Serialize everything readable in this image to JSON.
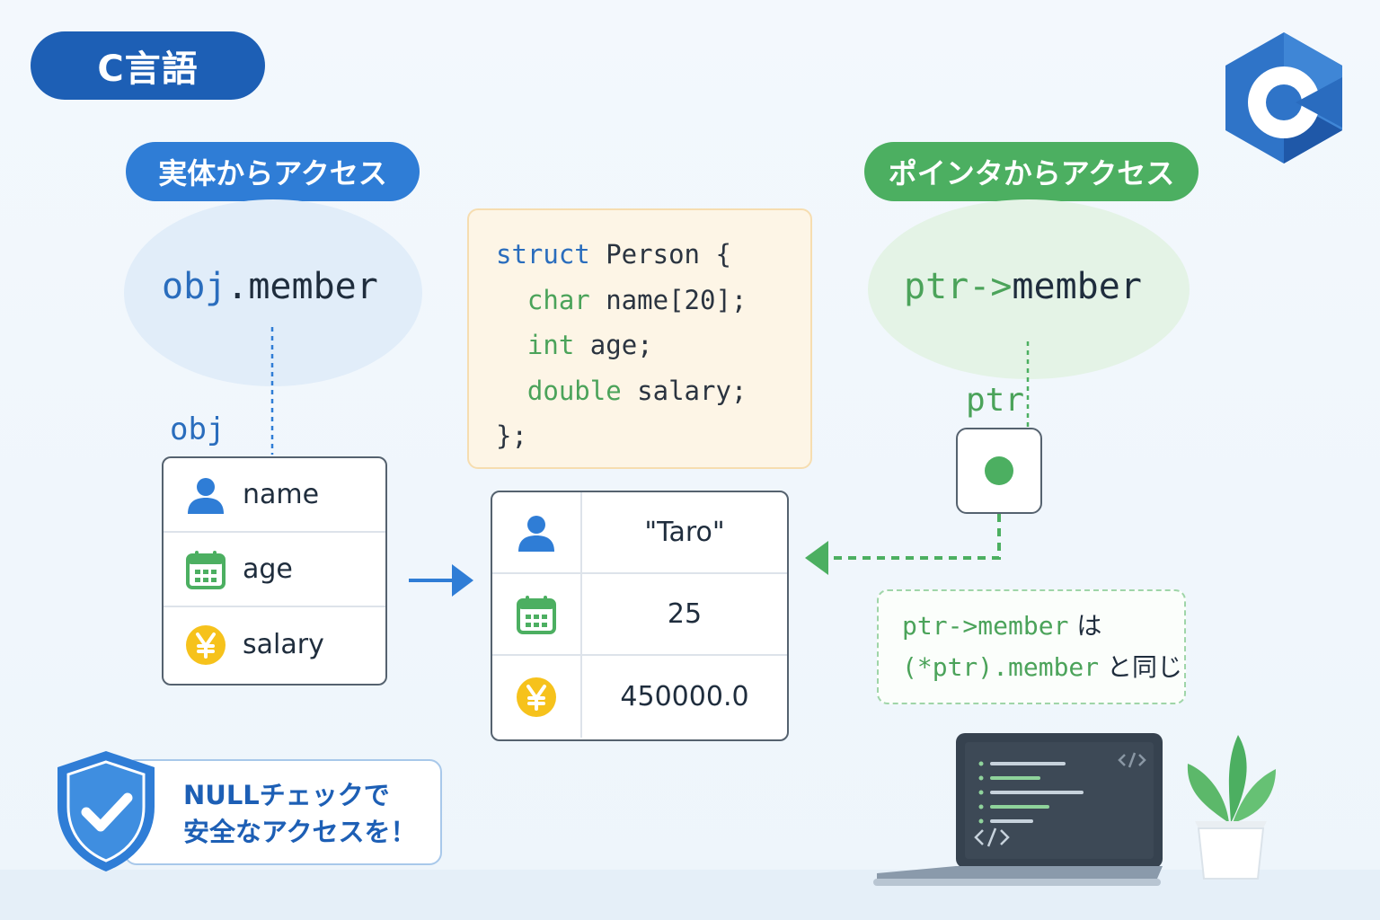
{
  "title": "C言語",
  "logo_letter": "C",
  "left": {
    "heading": "実体からアクセス",
    "expr_obj": "obj",
    "expr_member": ".member",
    "var_label": "obj",
    "fields": [
      {
        "icon": "person-icon",
        "label": "name"
      },
      {
        "icon": "calendar-icon",
        "label": "age"
      },
      {
        "icon": "yen-icon",
        "label": "salary"
      }
    ]
  },
  "code": {
    "line1_kw": "struct",
    "line1_rest": " Person {",
    "line2_kw": "char",
    "line2_rest": " name[20];",
    "line3_kw": "int",
    "line3_rest": " age;",
    "line4_kw": "double",
    "line4_rest": " salary;",
    "line5": "};"
  },
  "values": [
    {
      "icon": "person-icon",
      "value": "\"Taro\""
    },
    {
      "icon": "calendar-icon",
      "value": "25"
    },
    {
      "icon": "yen-icon",
      "value": "450000.0"
    }
  ],
  "right": {
    "heading": "ポインタからアクセス",
    "expr_ptr": "ptr->",
    "expr_member": "member",
    "var_label": "ptr",
    "note_line1_code": "ptr->member",
    "note_line1_text": " は",
    "note_line2_code": "(*ptr).member",
    "note_line2_text": " と同じ"
  },
  "safety": {
    "line1": "NULLチェックで",
    "line2": "安全なアクセスを！"
  },
  "colors": {
    "brand_blue": "#1d5fb5",
    "blue": "#2f7dd6",
    "green": "#4caf61",
    "yellow": "#f6c21c"
  }
}
